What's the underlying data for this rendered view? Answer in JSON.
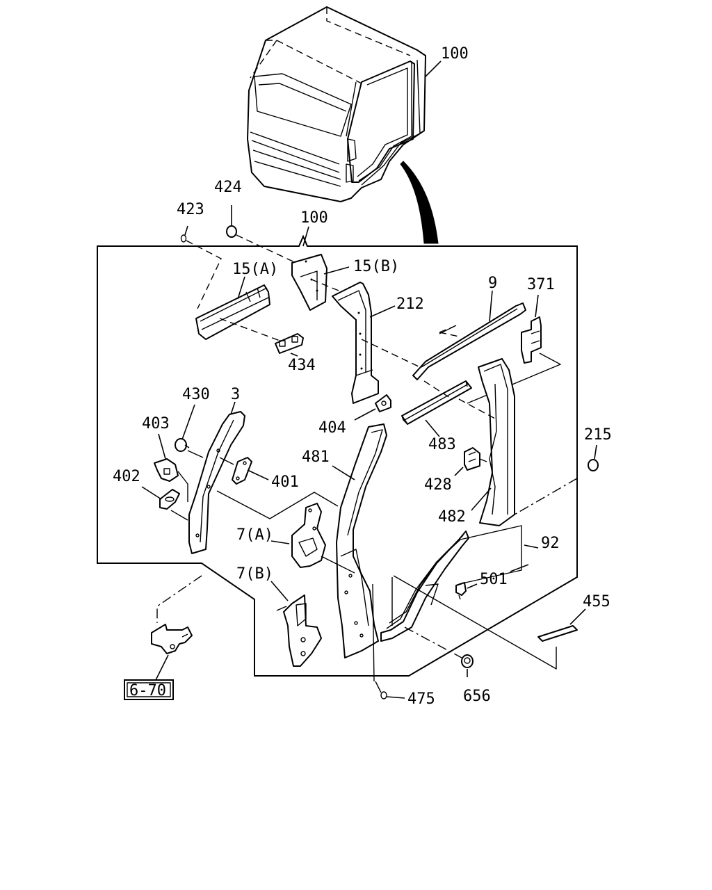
{
  "labels": {
    "p100_top": "100",
    "p100_frame": "100",
    "p424": "424",
    "p423": "423",
    "p15a": "15(A)",
    "p15b": "15(B)",
    "p212": "212",
    "p9": "9",
    "p371": "371",
    "p434": "434",
    "p430": "430",
    "p3": "3",
    "p403": "403",
    "p402": "402",
    "p401": "401",
    "p404": "404",
    "p481": "481",
    "p483": "483",
    "p428": "428",
    "p482": "482",
    "p215": "215",
    "p92": "92",
    "p501": "501",
    "p7a": "7(A)",
    "p7b": "7(B)",
    "p455": "455",
    "p475": "475",
    "p656": "656",
    "ref_6_70": "6-70"
  }
}
